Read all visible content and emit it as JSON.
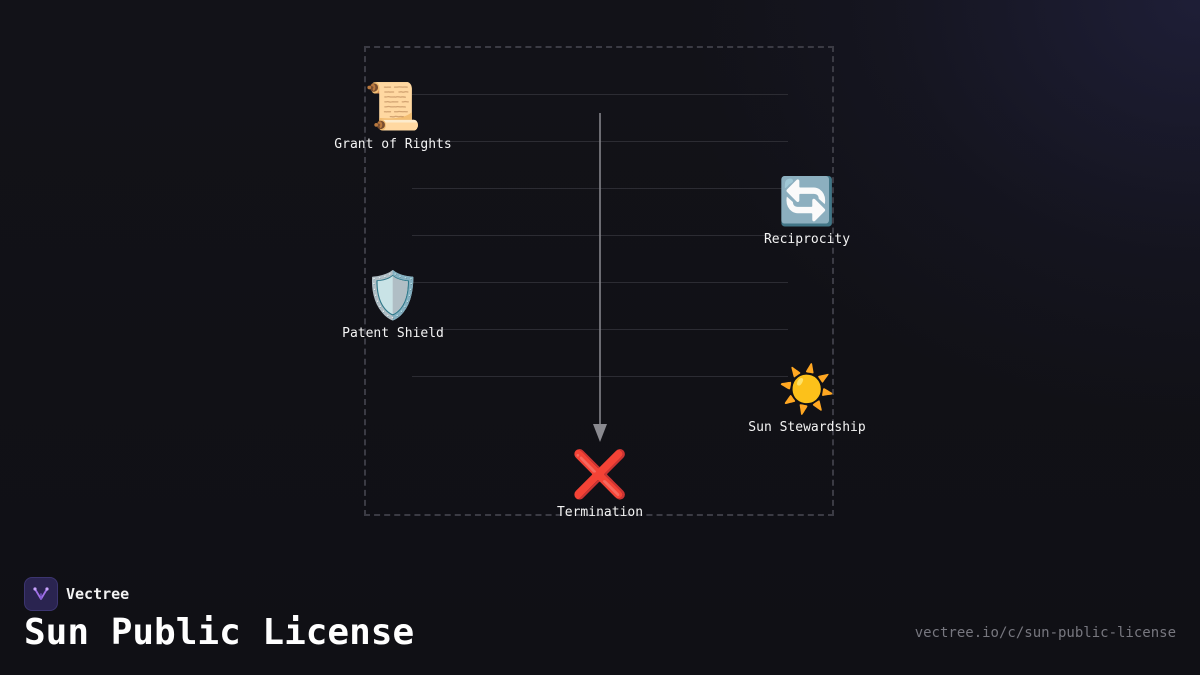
{
  "brand": {
    "name": "Vectree"
  },
  "page": {
    "title": "Sun Public License",
    "url": "vectree.io/c/sun-public-license"
  },
  "diagram": {
    "nodes": [
      {
        "id": "grant",
        "label": "Grant of Rights",
        "icon": "scroll-icon",
        "glyph": "📜"
      },
      {
        "id": "reciprocity",
        "label": "Reciprocity",
        "icon": "cycle-arrows-icon",
        "glyph": "🔄"
      },
      {
        "id": "patent",
        "label": "Patent Shield",
        "icon": "shield-icon",
        "glyph": "🛡️"
      },
      {
        "id": "stewardship",
        "label": "Sun Stewardship",
        "icon": "sun-icon",
        "glyph": "☀️"
      },
      {
        "id": "termination",
        "label": "Termination",
        "icon": "cross-mark-icon",
        "glyph": "❌"
      }
    ]
  },
  "colors": {
    "background": "#111116",
    "frame_border": "#3b3b44",
    "arrow": "#8a8a90",
    "text": "#f4f4f4",
    "url_text": "#77777f",
    "brand_logo_bg": "#2a2450"
  }
}
